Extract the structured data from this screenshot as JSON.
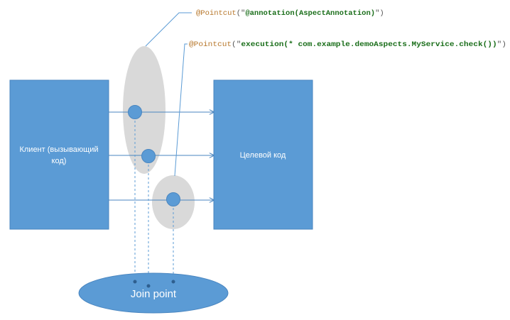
{
  "colors": {
    "box_fill": "#5b9bd5",
    "box_stroke": "#4a86c0",
    "ellipse_fill": "#d9d9d9",
    "dot_fill": "#5b9bd5",
    "arrow": "#4a86c0",
    "callout": "#5b9bd5",
    "keyword": "#b7772b",
    "string": "#1a6e1a",
    "code_punct": "#555555"
  },
  "client_box": {
    "line1": "Клиент (вызывающий",
    "line2": "код)"
  },
  "target_box": {
    "label": "Целевой код"
  },
  "join_point": {
    "label": "Join point"
  },
  "pointcut_annotation": {
    "keyword": "@Pointcut",
    "open": "(\"",
    "expr": "@annotation(AspectAnnotation)",
    "close": "\")"
  },
  "pointcut_execution": {
    "keyword": "@Pointcut",
    "open": "(\"",
    "expr": "execution(* com.example.demoAspects.MyService.check())",
    "close": "\")"
  }
}
